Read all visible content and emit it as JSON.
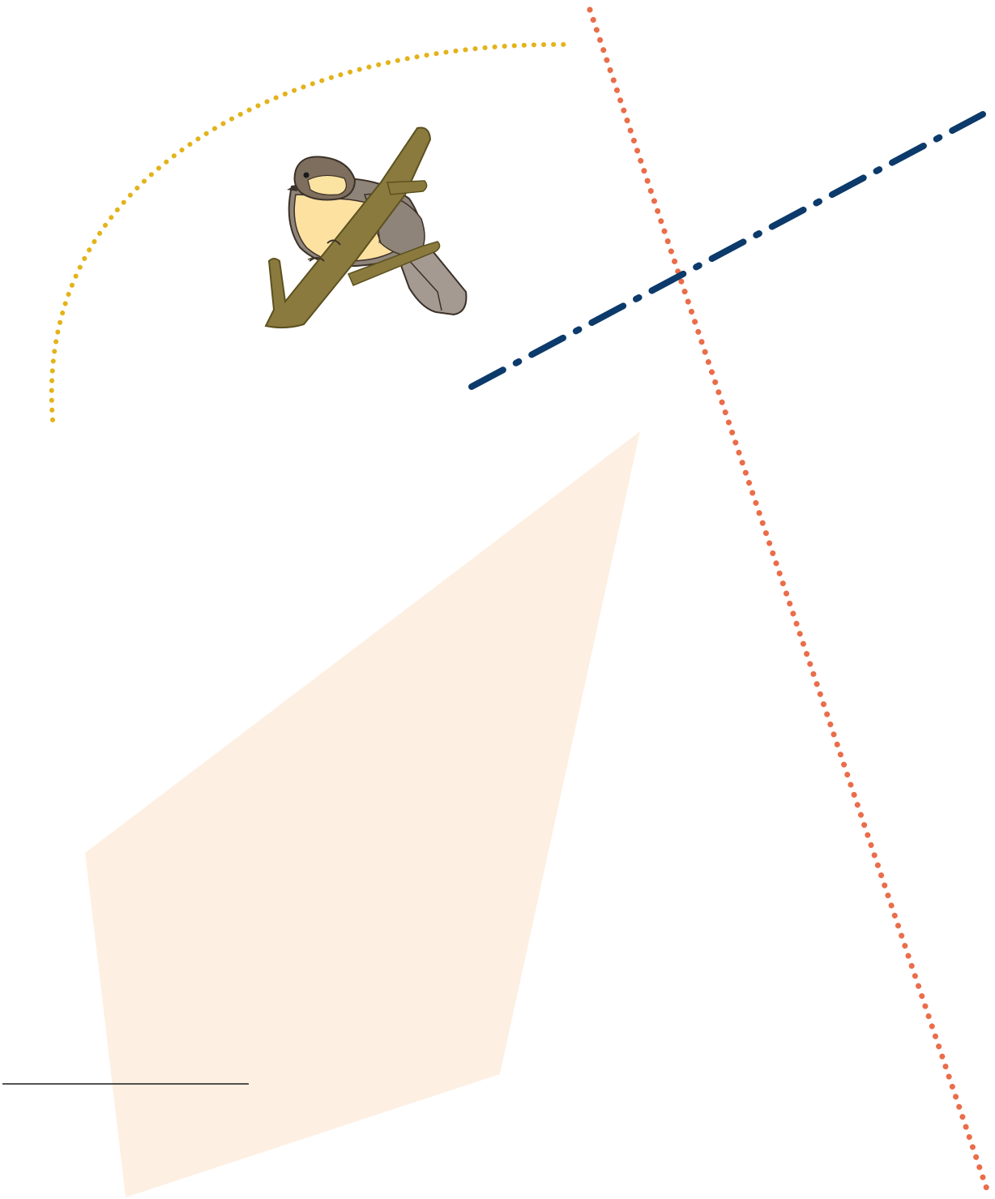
{
  "background_color": "#ffffff",
  "shapes": {
    "polygon": {
      "fill": "#fdf0e3",
      "description_icon": "polygon-shape"
    },
    "arc": {
      "stroke": "#e3b31a",
      "style": "dotted"
    },
    "red_line": {
      "stroke": "#ea6d4a",
      "style": "dotted"
    },
    "blue_line": {
      "stroke": "#0b3a6b",
      "style": "dash-dot"
    },
    "black_line": {
      "stroke": "#1a1a1a",
      "style": "solid"
    }
  },
  "illustration": {
    "icon": "bird-on-branch-icon",
    "colors": {
      "branch": "#8b7a3e",
      "branch_outline": "#5c5120",
      "bird_head": "#7d6e5e",
      "bird_cheek": "#fbe3a1",
      "bird_breast": "#fce1a0",
      "bird_wing": "#8f8479",
      "bird_tail": "#a49a92",
      "outline": "#3b3128"
    }
  }
}
